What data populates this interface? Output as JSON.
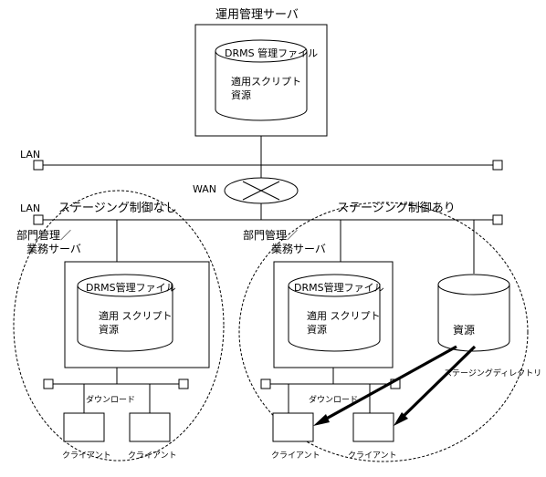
{
  "diagram": {
    "server_title": "運用管理サーバ",
    "server_db_title": "DRMS 管理ファイル",
    "server_db_line1": "適用スクリプト",
    "server_db_line2": "資源",
    "lan_top_label": "LAN",
    "wan_label": "WAN",
    "lan_bottom_label": "LAN",
    "left_region_label": "ステージング制御なし",
    "right_region_label": "ステージング制御あり",
    "left_dept_line1": "部門管理／",
    "left_dept_line2": "業務サーバ",
    "right_dept_line1": "部門管理／",
    "right_dept_line2": "業務サーバ",
    "left_db_title": "DRMS管理ファイル",
    "left_db_line1": "適用 スクリプト",
    "left_db_line2": "資源",
    "right_db_title": "DRMS管理ファイル",
    "right_db_line1": "適用 スクリプト",
    "right_db_line2": "資源",
    "staging_db_label": "資源",
    "staging_dir_label": "ステージングディレクトリ",
    "left_download_label": "ダウンロード",
    "right_download_label": "ダウンロード",
    "left_client1_label": "クライアント",
    "left_client2_label": "クライアント",
    "right_client1_label": "クライアント",
    "right_client2_label": "クライアント"
  },
  "colors": {
    "line": "#000000",
    "background": "#ffffff"
  }
}
